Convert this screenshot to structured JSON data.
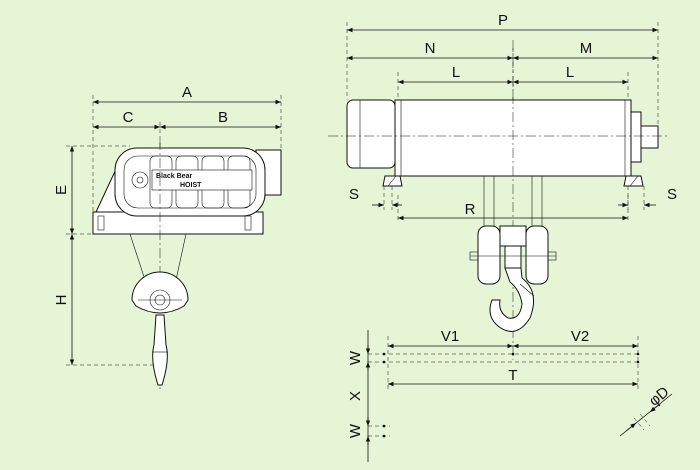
{
  "diagram": {
    "side_view": {
      "dimensions": {
        "A": "A",
        "B": "B",
        "C": "C",
        "E": "E",
        "H": "H"
      },
      "nameplate": {
        "line1": "Black Bear",
        "line2": "HOIST"
      }
    },
    "front_view": {
      "dimensions": {
        "P": "P",
        "N": "N",
        "M": "M",
        "L_left": "L",
        "L_right": "L",
        "R": "R",
        "S_left": "S",
        "S_right": "S"
      }
    },
    "rail_detail": {
      "dimensions": {
        "V1": "V1",
        "V2": "V2",
        "T": "T",
        "W_top": "W",
        "W_bottom": "W",
        "X": "X",
        "phiD": "φD"
      }
    },
    "colors": {
      "background": "#e6f5d6",
      "line": "#111111",
      "fill": "#ffffff"
    }
  }
}
